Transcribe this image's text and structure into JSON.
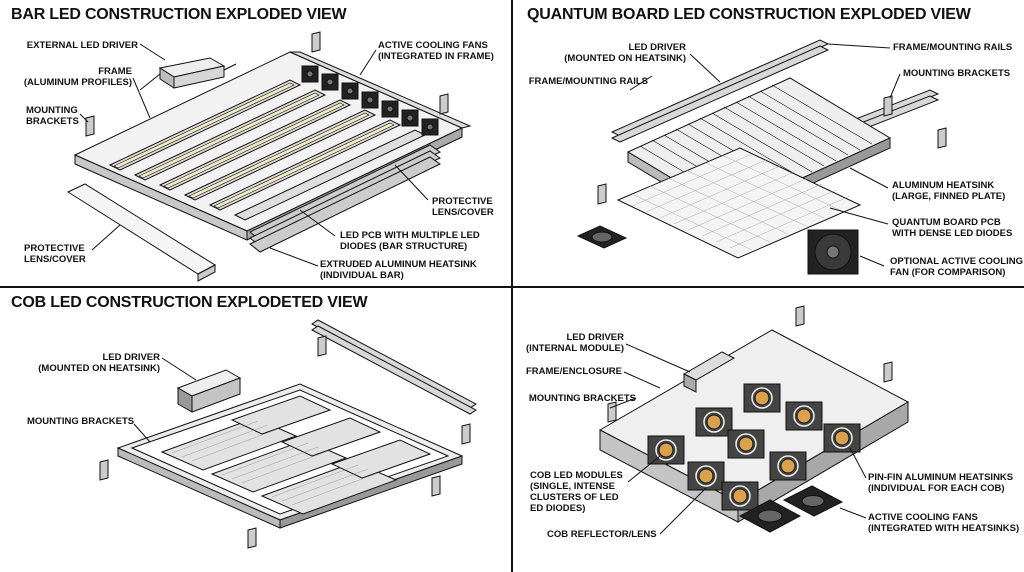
{
  "panels": [
    {
      "title": "BAR LED CONSTRUCTION EXPLODED VIEW",
      "labels": {
        "driver": "EXTERNAL LED DRIVER",
        "frame": "FRAME\n(ALUMINUM PROFILES)",
        "brackets": "MOUNTING\nBRACKETS",
        "fans": "ACTIVE COOLING FANS\n(INTEGRATED IN FRAME)",
        "lens_right": "PROTECTIVE\nLENS/COVER",
        "pcb": "LED PCB WITH MULTIPLE LED\nDIODES (BAR STRUCTURE)",
        "heatsink": "EXTRUDED ALUMINUM HEATSINK\n(INDIVIDUAL BAR)",
        "lens_left": "PROTECTIVE\nLENS/COVER"
      }
    },
    {
      "title": "QUANTUM BOARD LED CONSTRUCTION EXPLODED VIEW",
      "labels": {
        "driver": "LED DRIVER\n(MOUNTED ON HEATSINK)",
        "rails_left": "FRAME/MOUNTING RAILS",
        "rails_right": "FRAME/MOUNTING RAILS",
        "brackets": "MOUNTING BRACKETS",
        "heatsink": "ALUMINUM HEATSINK\n(LARGE, FINNED PLATE)",
        "pcb": "QUANTUM BOARD PCB\nWITH DENSE LED DIODES",
        "fan": "OPTIONAL ACTIVE COOLING\nFAN (FOR COMPARISON)"
      }
    },
    {
      "title": "COB LED CONSTRUCTION EXPLODETED VIEW",
      "labels": {
        "driver": "LED DRIVER\n(MOUNTED ON HEATSINK)",
        "brackets": "MOUNTING BRACKETS"
      }
    },
    {
      "title": "",
      "labels": {
        "driver": "LED DRIVER\n(INTERNAL MODULE)",
        "frame": "FRAME/ENCLOSURE",
        "brackets": "MOUNTING BRACKETS",
        "cob": "COB LED MODULES\n(SINGLE, INTENSE\nCLUSTERS OF LED\nED DIODES)",
        "reflector": "COB REFLECTOR/LENS",
        "pinfin": "PIN-FIN ALUMINUM HEATSINKS\n(INDIVIDUAL FOR EACH COB)",
        "fans": "ACTIVE COOLING FANS\n(INTEGRATED WITH HEATSINKS)"
      }
    }
  ],
  "colors": {
    "line": "#111111",
    "metal_light": "#e6e6e6",
    "metal_mid": "#bdbdbd",
    "metal_dark": "#8a8a8a",
    "led_yellow": "#f3e9c2",
    "cob_amber": "#d9a24a",
    "fan_dark": "#222222"
  }
}
